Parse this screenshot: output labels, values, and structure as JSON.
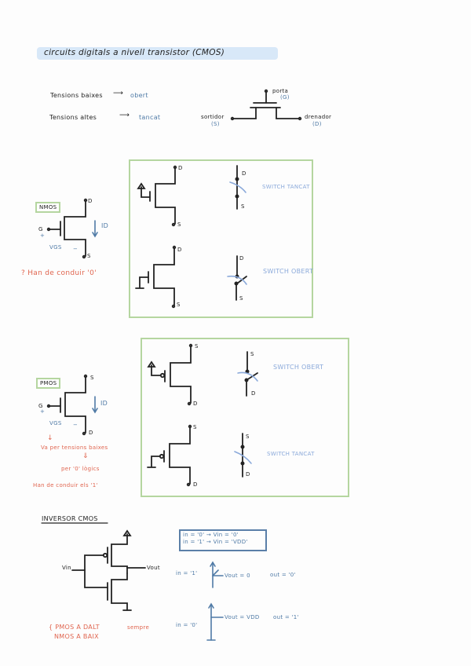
{
  "title": "circuits digitals a nivell transistor (CMOS)",
  "intro": {
    "low_voltage_label": "Tensions baixes",
    "low_voltage_state": "obert",
    "high_voltage_label": "Tensions altes",
    "high_voltage_state": "tancat",
    "transistor_terminals": {
      "gate": "porta",
      "gate_abbr": "(G)",
      "source": "sortidor",
      "source_abbr": "(S)",
      "drain": "drenador",
      "drain_abbr": "(D)"
    }
  },
  "nmos": {
    "tag": "NMOS",
    "gate": "G",
    "drain": "D",
    "source": "S",
    "current": "ID",
    "vgs": "VGS",
    "plus": "+",
    "minus": "−",
    "note": "? Han de conduir '0'",
    "cases": [
      {
        "drain": "D",
        "source": "S",
        "switch_drain": "D",
        "switch_source": "S",
        "state": "SWITCH TANCAT"
      },
      {
        "drain": "D",
        "source": "S",
        "switch_drain": "D",
        "switch_source": "S",
        "state": "SWITCH OBERT"
      }
    ]
  },
  "pmos": {
    "tag": "PMOS",
    "gate": "G",
    "drain": "D",
    "source": "S",
    "current": "ID",
    "vgs": "VGS",
    "plus": "+",
    "minus": "−",
    "note_arrow": "↓",
    "note_1": "Va per tensions baixes",
    "note_arrow_2": "⇓",
    "note_2": "per '0' lògics",
    "note_3": "Han de conduir els '1'",
    "cases": [
      {
        "drain": "D",
        "source": "S",
        "switch_drain": "D",
        "switch_source": "S",
        "state": "SWITCH OBERT"
      },
      {
        "drain": "D",
        "source": "S",
        "switch_drain": "D",
        "switch_source": "S",
        "state": "SWITCH TANCAT"
      }
    ]
  },
  "inverter": {
    "heading": "INVERSOR CMOS",
    "vin": "Vin",
    "vout": "Vout",
    "truth_box": {
      "line1": "in = '0'  →  Vin = '0'",
      "line2": "in = '1'  →  Vin = 'VDD'"
    },
    "case1": {
      "input": "in = '1'",
      "vout": "Vout = 0",
      "out": "out = '0'"
    },
    "case2": {
      "input": "in = '0'",
      "vout": "Vout = VDD",
      "out": "out = '1'"
    },
    "note_line1": "{ PMOS A DALT",
    "note_line2": "NMOS A BAIX",
    "note_side": "sempre"
  },
  "colors": {
    "ink": "#222222",
    "blue": "#4f7aa6",
    "light_blue": "#8aa9da",
    "red": "#e0654f",
    "green_box": "#b5d6a0",
    "title_highlight": "#d8e8f8"
  }
}
